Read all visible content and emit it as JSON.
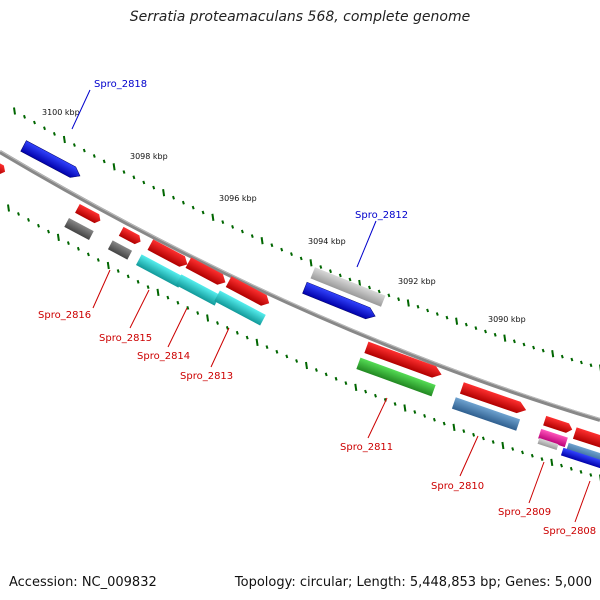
{
  "title": "Serratia proteamaculans 568, complete genome",
  "footer": {
    "accession": "Accession: NC_009832",
    "summary": "Topology: circular; Length: 5,448,853 bp; Genes: 5,000"
  },
  "scale_labels": [
    "3100 kbp",
    "3098 kbp",
    "3096 kbp",
    "3094 kbp",
    "3092 kbp",
    "3090 kbp"
  ],
  "genes": [
    {
      "label": "Spro_2818",
      "color": "#0000cc"
    },
    {
      "label": "Spro_2816",
      "color": "#cc0000"
    },
    {
      "label": "Spro_2815",
      "color": "#cc0000"
    },
    {
      "label": "Spro_2814",
      "color": "#cc0000"
    },
    {
      "label": "Spro_2813",
      "color": "#cc0000"
    },
    {
      "label": "Spro_2812",
      "color": "#0000cc"
    },
    {
      "label": "Spro_2811",
      "color": "#cc0000"
    },
    {
      "label": "Spro_2810",
      "color": "#cc0000"
    },
    {
      "label": "Spro_2809",
      "color": "#cc0000"
    },
    {
      "label": "Spro_2808",
      "color": "#cc0000"
    }
  ],
  "colors": {
    "forward_gene": "#0000ee",
    "reverse_gene": "#ee0000",
    "ncrna": "#aaaaaa",
    "pseudo": "#666666",
    "cds_cyan": "#22cccc",
    "cds_green": "#33bb33",
    "cds_steel": "#4682b4",
    "cds_magenta": "#ee2299",
    "backbone": "#777777",
    "tick": "#006600"
  }
}
